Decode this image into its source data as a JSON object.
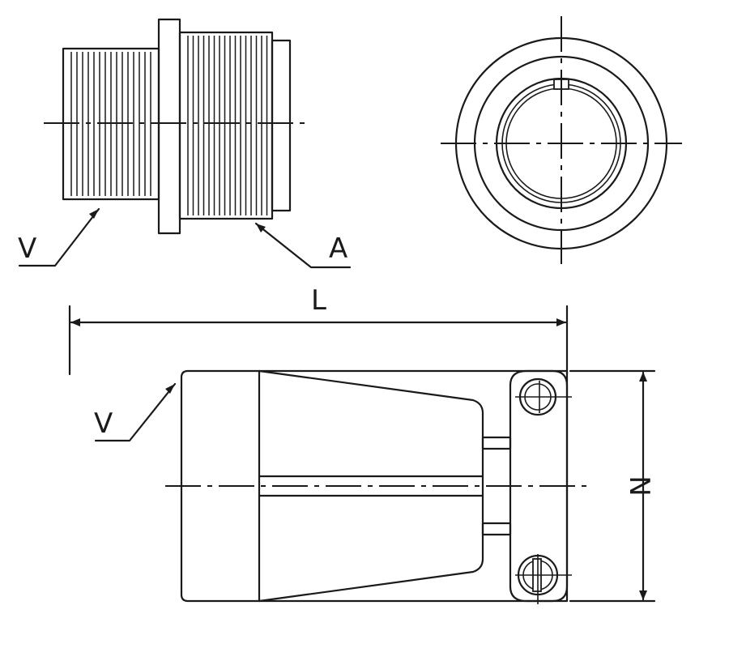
{
  "labels": {
    "v_top": "V",
    "a_top": "A",
    "l_dim": "L",
    "v_bottom": "V",
    "n_dim": "N"
  },
  "colors": {
    "line": "#1a1a1a",
    "background": "#ffffff"
  }
}
